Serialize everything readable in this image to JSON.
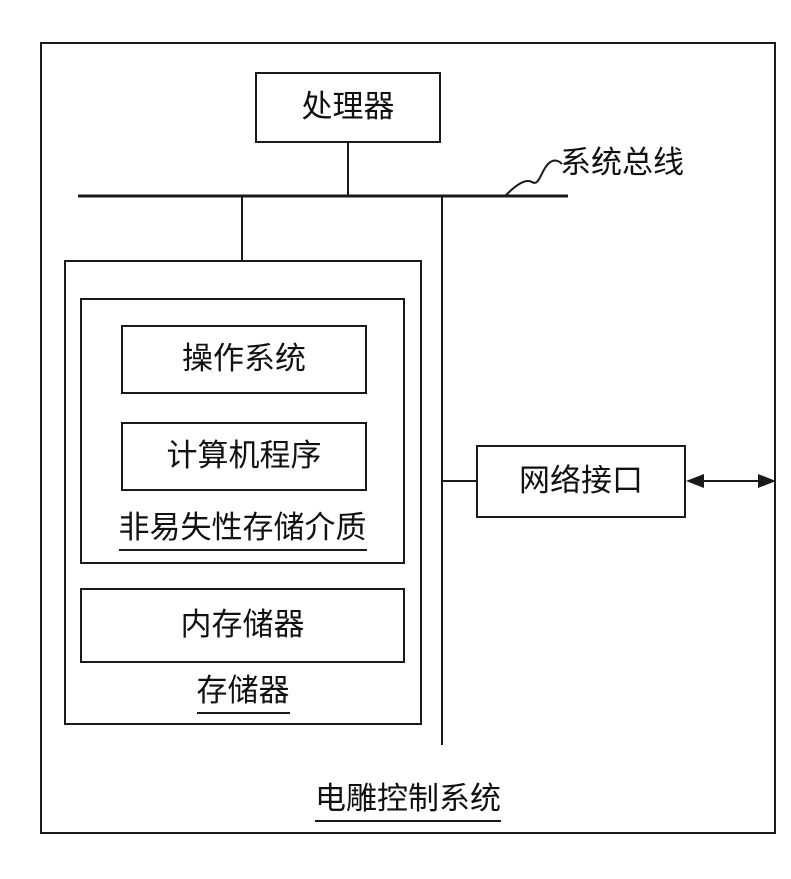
{
  "system": {
    "title": "电雕控制系统"
  },
  "processor": {
    "label": "处理器"
  },
  "bus": {
    "label": "系统总线"
  },
  "memory": {
    "title": "存储器",
    "nonvolatile": {
      "title": "非易失性存储介质",
      "os_label": "操作系统",
      "program_label": "计算机程序"
    },
    "internal_label": "内存储器"
  },
  "network": {
    "label": "网络接口"
  }
}
